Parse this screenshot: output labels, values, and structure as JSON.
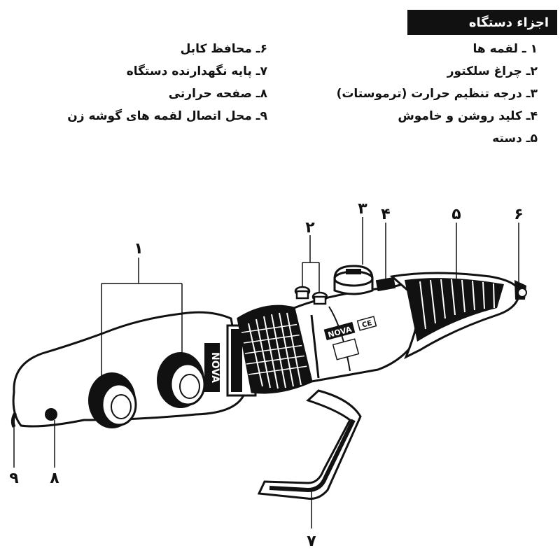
{
  "header": {
    "title": "اجزاء دستگاه"
  },
  "parts_right": [
    {
      "label": "۱ ـ لقمه ها"
    },
    {
      "label": "۲ـ چراغ سلکتور"
    },
    {
      "label": "۳ـ درجه تنظیم حرارت (ترموستات)"
    },
    {
      "label": "۴ـ کلید روشن و خاموش"
    },
    {
      "label": "۵ـ دسته"
    }
  ],
  "parts_left": [
    {
      "label": "۶ـ محافظ کابل"
    },
    {
      "label": "۷ـ پایه نگهدارنده دستگاه"
    },
    {
      "label": "۸ـ صفحه حرارتی"
    },
    {
      "label": "۹ـ محل اتصال لقمه های گوشه زن"
    }
  ],
  "callouts": {
    "n1": "۱",
    "n2": "۲",
    "n3": "۳",
    "n4": "۴",
    "n5": "۵",
    "n6": "۶",
    "n7": "۷",
    "n8": "۸",
    "n9": "۹"
  },
  "device": {
    "brand": "NOVA",
    "body_brand": "NOVA",
    "cert": "CE"
  }
}
